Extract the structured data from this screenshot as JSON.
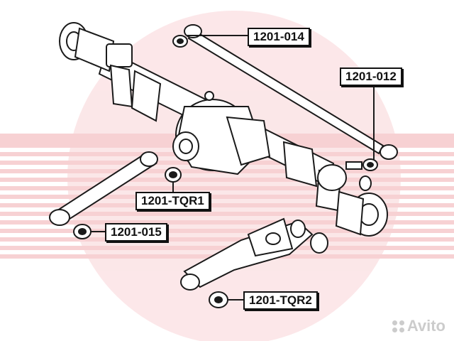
{
  "labels": {
    "p1201_014": "1201-014",
    "p1201_012": "1201-012",
    "p1201_tqr1": "1201-TQR1",
    "p1201_015": "1201-015",
    "p1201_tqr2": "1201-TQR2"
  },
  "watermark": {
    "text": "Avito"
  },
  "colors": {
    "brand_red": "#d9202a",
    "brand_red_faint": "#f6c9cc",
    "outline": "#1a1a1a",
    "panel_fill": "#ffffff"
  }
}
